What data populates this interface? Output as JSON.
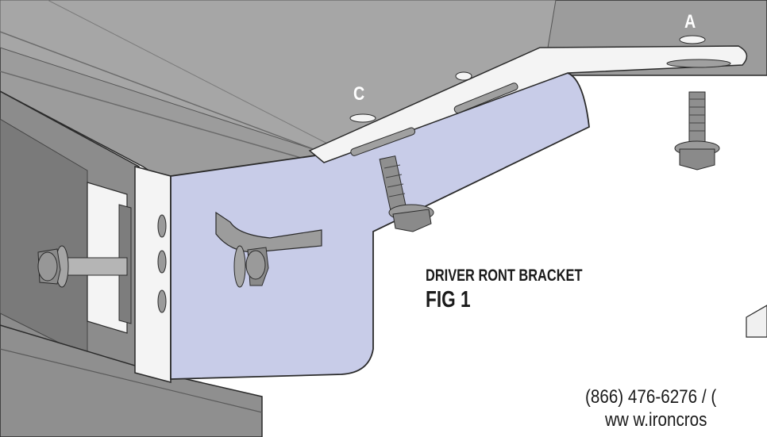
{
  "labels": {
    "hole_a": "A",
    "hole_c": "C"
  },
  "caption": {
    "title": "DRIVER RONT BRACKET",
    "figure": "FIG 1"
  },
  "contact": {
    "phone": "(866) 476-6276 / (",
    "website": "ww w.ironcros"
  },
  "colors": {
    "frame_rail": "#9a9a9a",
    "frame_rail_dark": "#6e6e6e",
    "bracket_fill": "#c8cce8",
    "bracket_edge": "#8e92b0",
    "plate_white": "#f4f4f4",
    "bolt": "#8a8a8a",
    "outline": "#2a2a2a"
  }
}
